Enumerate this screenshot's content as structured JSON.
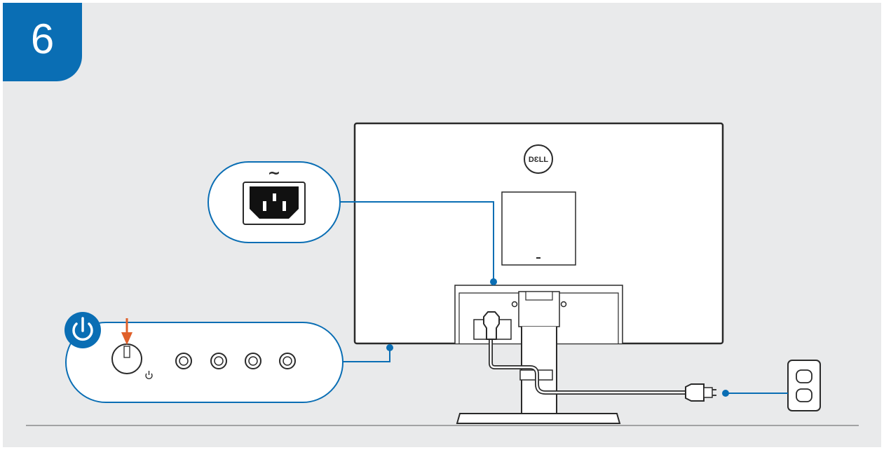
{
  "step": {
    "number": "6"
  },
  "monitor": {
    "brand_logo_text": "DƐLL"
  },
  "callouts": {
    "power_port": {
      "symbol": "~",
      "icon": "ac-power-inlet-icon"
    },
    "button_panel": {
      "power_icon": "power-symbol-icon",
      "button_count": 4
    }
  },
  "colors": {
    "accent": "#0a6eb4",
    "arrow": "#e0602a",
    "outline": "#2a2a2a",
    "background": "#e9eaeb"
  }
}
